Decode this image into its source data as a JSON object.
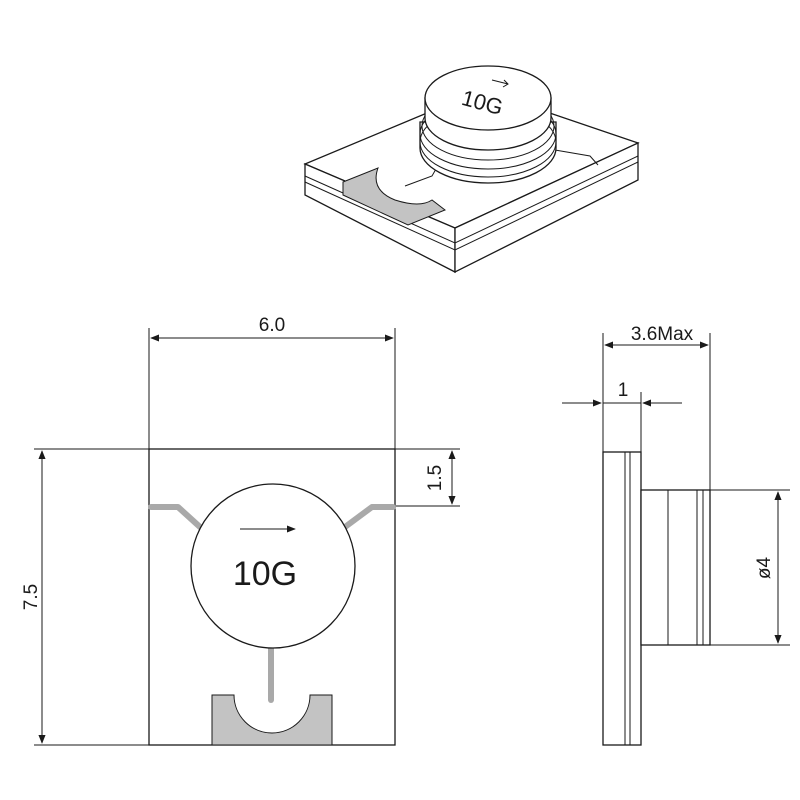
{
  "iso_view": {
    "marking": "10G"
  },
  "top_view": {
    "marking": "10G",
    "dim_width": "6.0",
    "dim_height": "7.5",
    "dim_pin_offset": "1.5"
  },
  "side_view": {
    "dim_total": "3.6Max",
    "dim_base": "1",
    "dim_diameter": "ø4"
  },
  "colors": {
    "line": "#1a1a1a",
    "trace": "#a9a9a9",
    "pad": "#c3c3c3",
    "background": "#ffffff"
  }
}
